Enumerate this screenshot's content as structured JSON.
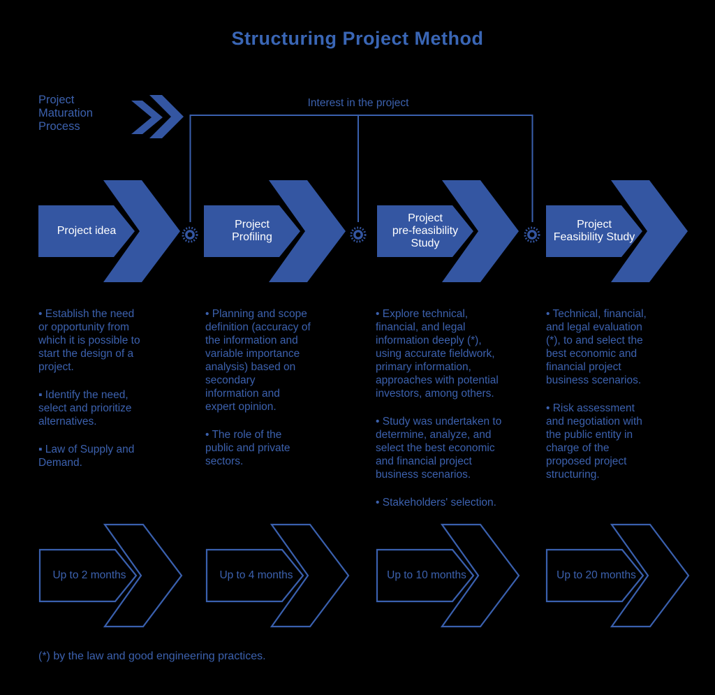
{
  "title": "Structuring Project Method",
  "process_label": "Project\nMaturation\nProcess",
  "interest_label": "Interest in the project",
  "phases": [
    {
      "name": "Project idea",
      "duration": "Up to 2 months",
      "bullets": [
        "• Establish the need\nor opportunity from\nwhich it is possible to\nstart the design of a\nproject.",
        "▪ Identify the need,\nselect and prioritize\nalternatives.",
        "▪ Law of Supply and\nDemand."
      ]
    },
    {
      "name": "Project\nProfiling",
      "duration": "Up to 4 months",
      "bullets": [
        "• Planning and scope\ndefinition (accuracy of\nthe information and\nvariable importance\nanalysis) based on\nsecondary\ninformation and\nexpert opinion.",
        "• The role of the\npublic and private\nsectors."
      ]
    },
    {
      "name": "Project\npre-feasibility\nStudy",
      "duration": "Up to 10 months",
      "bullets": [
        "• Explore technical,\nfinancial, and legal\ninformation deeply (*),\nusing accurate fieldwork,\nprimary information,\napproaches with potential\ninvestors, among others.",
        "• Study was undertaken to\ndetermine, analyze, and\nselect the best economic\nand financial project\nbusiness scenarios.",
        "• Stakeholders' selection."
      ]
    },
    {
      "name": "Project\nFeasibility Study",
      "duration": "Up to 20 months",
      "bullets": [
        "• Technical, financial,\nand legal evaluation\n(*), to and select the\nbest economic and\nfinancial project\nbusiness scenarios.",
        "• Risk assessment\nand negotiation with\nthe public entity in\ncharge of the\nproposed project\nstructuring."
      ]
    }
  ],
  "footnote": "(*) by the law and good engineering practices.",
  "colors": {
    "background": "#000000",
    "arrow_fill": "#3456a2",
    "outline_line": "#3a60ae",
    "body_text": "#3c61ae",
    "title_text": "#3a66b5",
    "arrow_label_text": "#ffffff"
  },
  "icons": {
    "process_icon": "fast-forward-double-chevron-icon",
    "milestone_icon": "gear-icon"
  }
}
